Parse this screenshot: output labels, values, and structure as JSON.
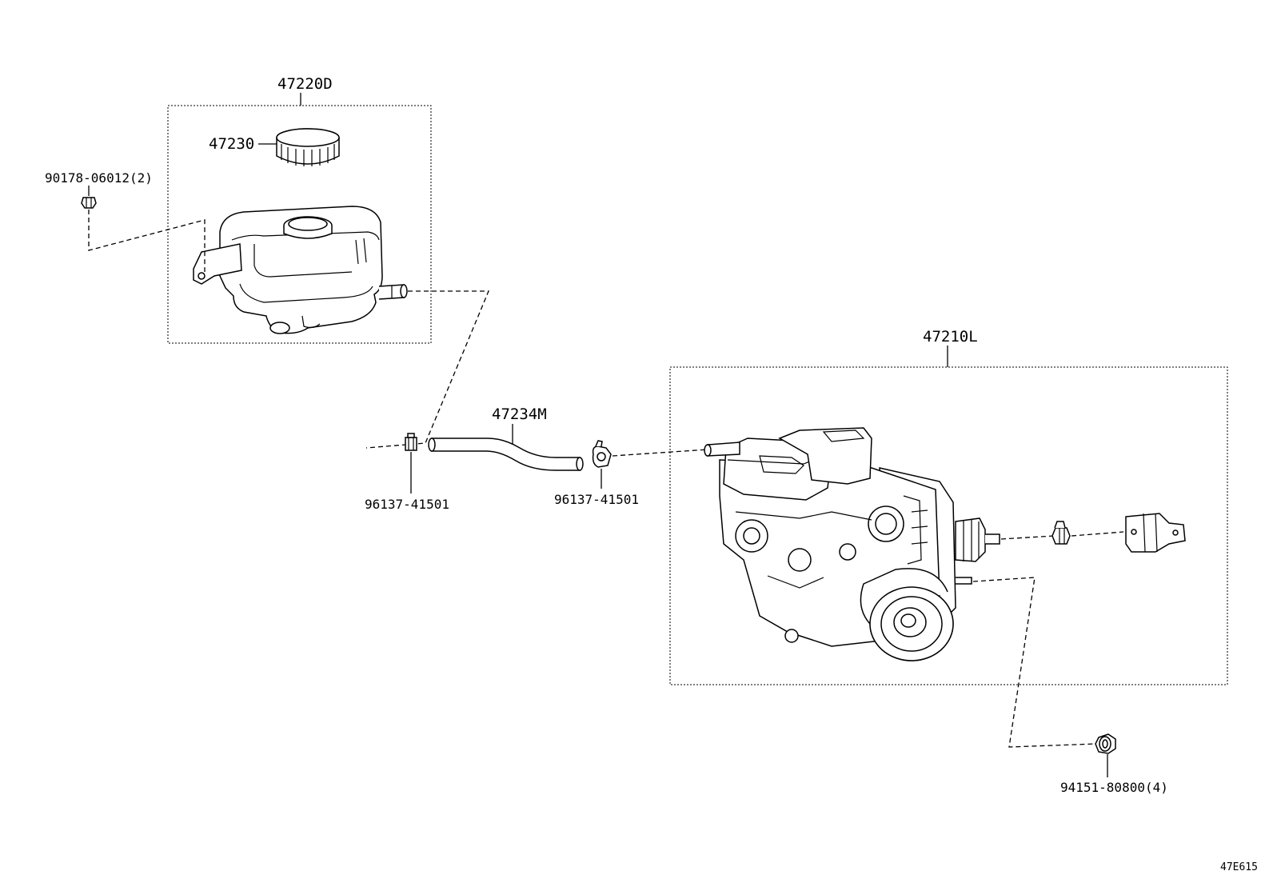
{
  "diagram_code": "47E615",
  "parts": {
    "reservoir_assembly": {
      "number": "47220D"
    },
    "cap": {
      "number": "47230"
    },
    "bolt": {
      "number": "90178-06012(2)"
    },
    "hose": {
      "number": "47234M"
    },
    "clamp_left": {
      "number": "96137-41501"
    },
    "clamp_right": {
      "number": "96137-41501"
    },
    "booster_assembly": {
      "number": "47210L"
    },
    "nut": {
      "number": "94151-80800(4)"
    }
  }
}
